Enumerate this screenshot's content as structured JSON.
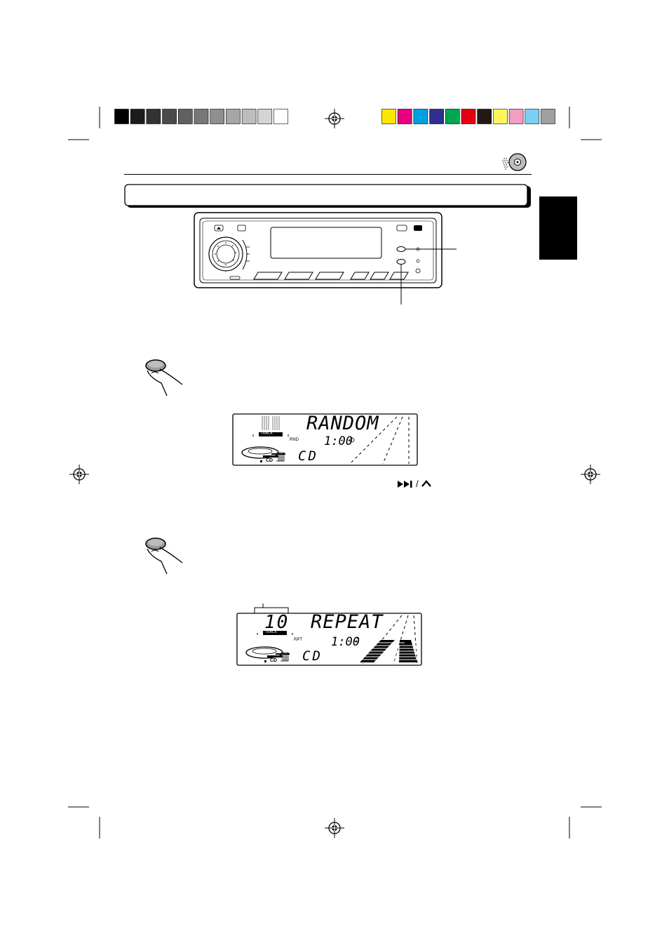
{
  "color_bars": {
    "grayscale": [
      "#000000",
      "#1c1c1c",
      "#333333",
      "#4a4a4a",
      "#616161",
      "#787878",
      "#8f8f8f",
      "#a6a6a6",
      "#bdbdbd",
      "#d4d4d4",
      "#ffffff"
    ],
    "colors": [
      "#ffe600",
      "#e6007e",
      "#00a0e0",
      "#2d3091",
      "#00a650",
      "#e60012",
      "#231815",
      "#fff45c",
      "#f19ec2",
      "#7ecef4",
      "#9fa0a0"
    ]
  },
  "display_random": {
    "main_text": "RANDOM",
    "indicator": "RND",
    "time": "1:00",
    "source": "CD",
    "track_label": "TRACK",
    "disc_label": "CD"
  },
  "display_repeat": {
    "track_number": "10",
    "main_text": "REPEAT",
    "indicator": "RPT",
    "time": "1:00",
    "source": "CD",
    "track_label": "TRACK",
    "disc_label": "CD"
  },
  "icons": {
    "cd_icon": "cd-disc-icon",
    "finger_press": "finger-press-icon",
    "next_track": "next-track-icon",
    "up_arrow": "up-chevron-icon",
    "registration": "registration-mark-icon"
  },
  "next_symbol": "▶▶|"
}
